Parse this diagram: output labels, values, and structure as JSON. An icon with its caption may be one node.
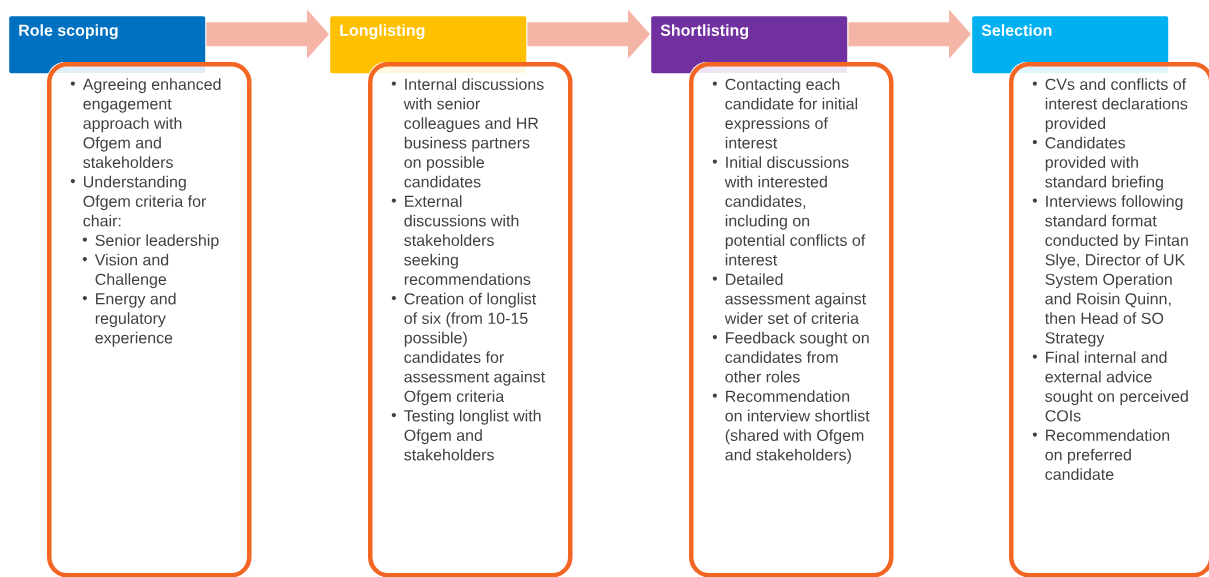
{
  "diagram": {
    "nodes": [
      {
        "text": [
          "Role scoping"
        ]
      },
      {
        "text": [
          "Agreeing enhanced engagement approach with Ofgem and stakeholders",
          "Understanding Ofgem criteria for chair:",
          "Senior leadership",
          "Vision and Challenge",
          "Energy and regulatory experience"
        ]
      },
      {
        "text": [
          "Longlisting"
        ]
      },
      {
        "text": [
          "Internal discussions with senior colleagues and HR business partners on possible candidates",
          "External discussions with stakeholders seeking recommendations",
          "Creation of longlist of six (from 10-15 possible) candidates for assessment against Ofgem criteria",
          "Testing longlist with Ofgem and stakeholders"
        ]
      },
      {
        "text": [
          "Shortlisting"
        ]
      },
      {
        "text": [
          "Contacting each candidate for initial expressions of interest",
          "Initial discussions with interested candidates, including on potential conflicts of interest",
          "Detailed assessment against wider set of criteria",
          "Feedback sought on candidates from other roles",
          "Recommendation on interview shortlist (shared with Ofgem and stakeholders)"
        ]
      },
      {
        "text": [
          "Selection"
        ]
      },
      {
        "text": [
          "CVs and conflicts of interest declarations provided",
          "Candidates provided with standard briefing",
          "Interviews following standard format conducted by Fintan Slye, Director of UK System Operation and Roisin Quinn, then Head of SO Strategy",
          "Final internal and external advice sought on perceived COIs",
          "Recommendation on preferred candidate"
        ]
      }
    ],
    "edges": [
      {
        "from": 0,
        "to": 2,
        "arrow": "to"
      },
      {
        "from": 2,
        "to": 4,
        "arrow": "to"
      },
      {
        "from": 4,
        "to": 6,
        "arrow": "to"
      }
    ]
  }
}
